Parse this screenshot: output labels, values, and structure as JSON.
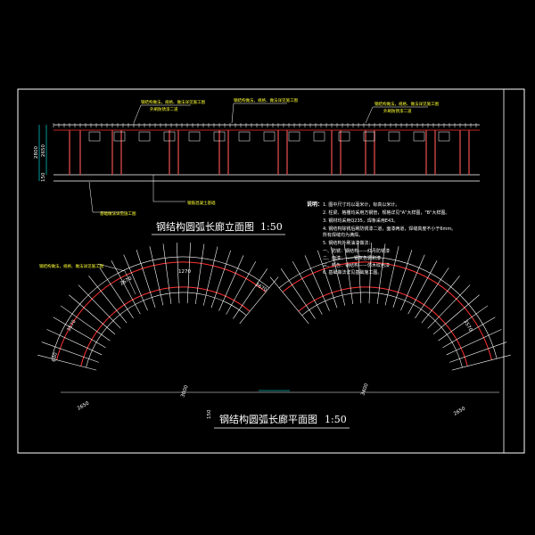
{
  "drawing": {
    "background": "#000000",
    "frame_color": "#ffffff",
    "line_colors": {
      "structure": "#ffffff",
      "beam": "#ff3333",
      "column": "#cc4444",
      "dimension": "#00ffff",
      "leader": "#ffff33"
    }
  },
  "elevation": {
    "title": "钢结构圆弧长廊立面图",
    "scale": "1:50",
    "dims_left": [
      "2800",
      "2650",
      "150"
    ],
    "callouts": [
      "钢结构做法，规格、做法详见施工图",
      "钢结构做法，规格、做法详见施工图",
      "钢结构做法，规格、做法详见施工图",
      "外刷防锈漆二道",
      "外刷防锈漆二道",
      "钢筋混凝土基础",
      "基础做法详见施工图"
    ]
  },
  "notes": {
    "heading": "说明：",
    "items": [
      "1. 图中尺寸均以毫米计，标高以米计。",
      "2. 柱梁、格栅均采用方钢管，规格详见\"A\"大样图，\"B\"大样图。",
      "3. 钢材均采用Q235，焊条采用E43。",
      "4. 钢结构除锈后刷防锈漆二道，面漆两道，焊缝高度不小于6mm。",
      "   所有焊缝均为满焊。",
      "5. 钢结构外刷油漆做法：",
      "   一、防锈：钢结构——红丹防锈漆",
      "   二、面漆：——银灰色调和漆",
      "   三、颜色：钢结构——仿木纹色漆",
      "6. 基础做法详见基础施工图。"
    ]
  },
  "plan": {
    "title": "钢结构圆弧长廊平面图",
    "scale": "1:50",
    "callout": "钢结构做法，规格、做法详见施工图",
    "dims": [
      "1270",
      "2670",
      "2670",
      "3570",
      "3570",
      "600",
      "2650",
      "3000",
      "3400",
      "2650",
      "150"
    ]
  }
}
